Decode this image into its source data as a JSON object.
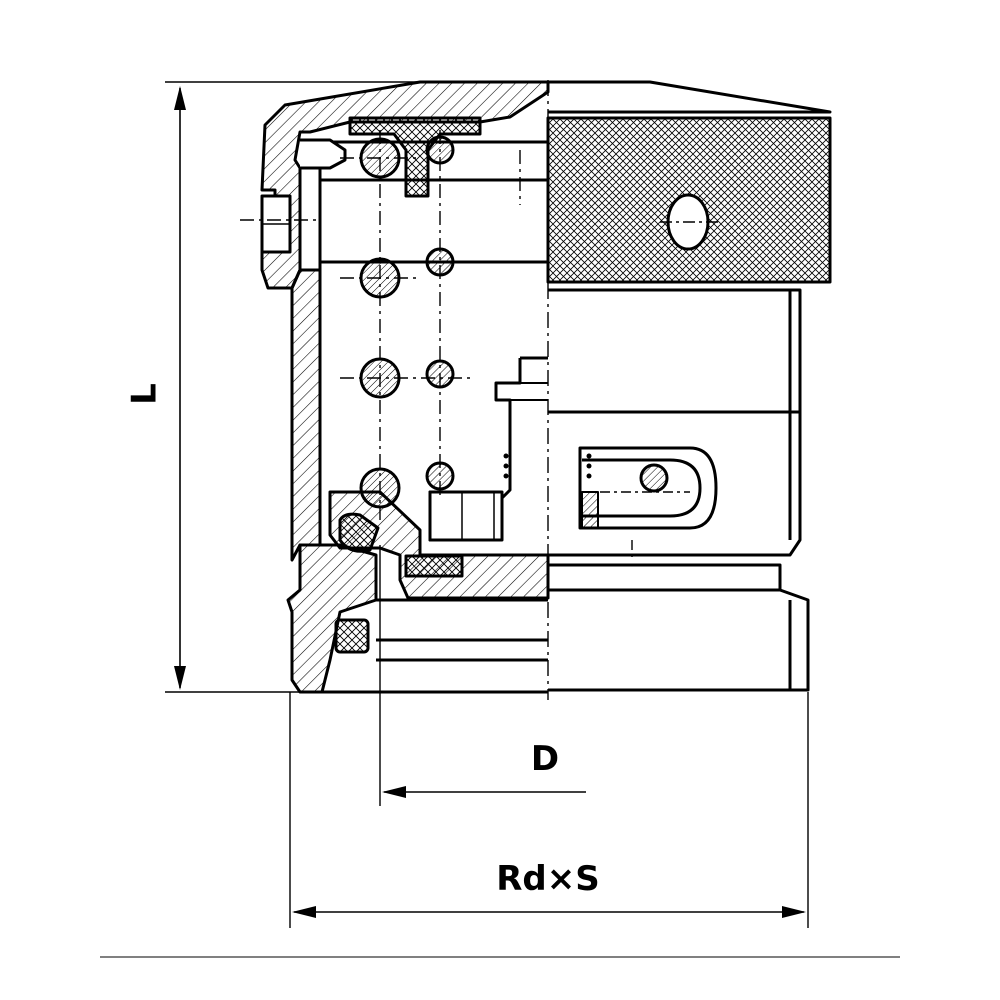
{
  "labels": {
    "length": "L",
    "diameter": "D",
    "thread": "Rd×S"
  },
  "colors": {
    "line": "#000000",
    "background": "#ffffff"
  }
}
